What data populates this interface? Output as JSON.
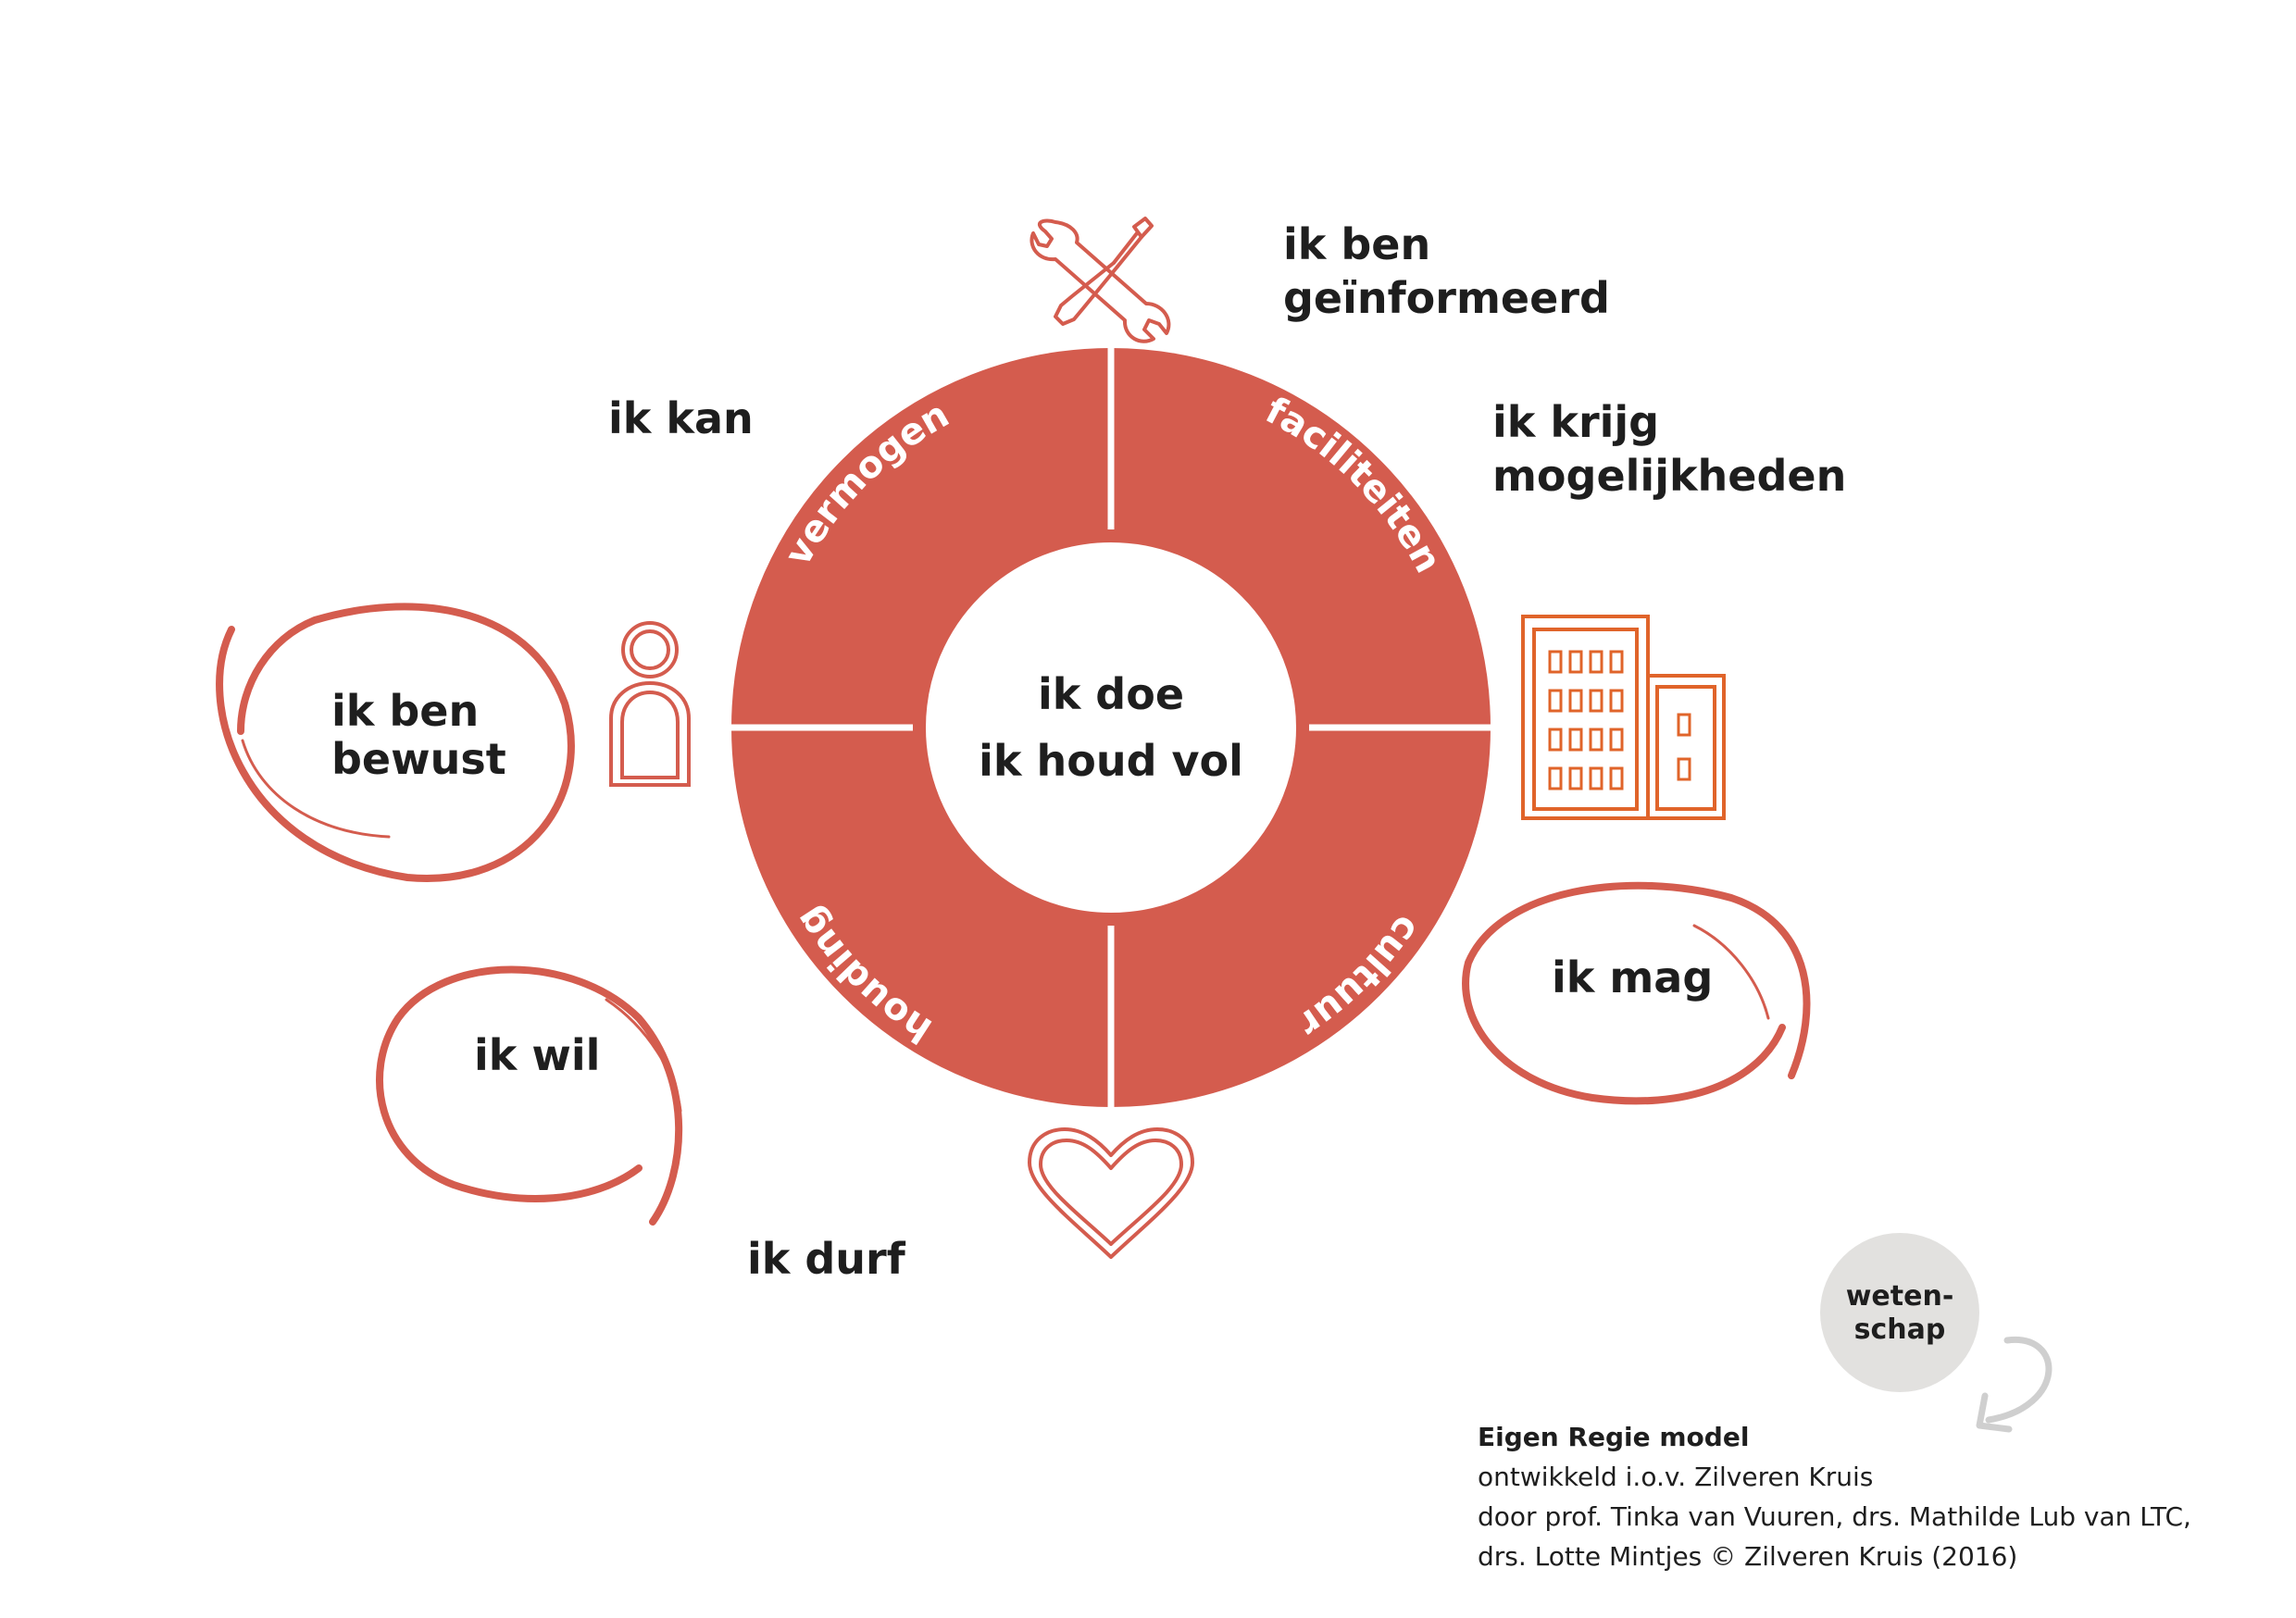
{
  "colors": {
    "accent": "#d45c4e",
    "accent_orange": "#e0642a",
    "text": "#1e1e1e",
    "badge_bg": "#e2e1df",
    "arrow": "#cfcfcf",
    "white": "#ffffff"
  },
  "center": {
    "line1": "ik doe",
    "line2": "ik houd vol"
  },
  "segments": {
    "top_left": "vermogen",
    "top_right": "faciliteiten",
    "bottom_right": "cultuur",
    "bottom_left": "houding"
  },
  "labels": {
    "informed": [
      "ik ben",
      "geïnformeerd"
    ],
    "can": "ik kan",
    "opportunities": [
      "ik krijg",
      "mogelijkheden"
    ],
    "aware": [
      "ik ben",
      "bewust"
    ],
    "may": "ik mag",
    "want": "ik wil",
    "dare": "ik durf"
  },
  "icons": {
    "top": "wrench-screwdriver-icon",
    "left": "person-icon",
    "right": "building-icon",
    "bottom": "heart-icon"
  },
  "badge": {
    "line1": "weten-",
    "line2": "schap"
  },
  "credits": {
    "title": "Eigen Regie model",
    "line1": "ontwikkeld i.o.v. Zilveren Kruis",
    "line2": "door prof. Tinka van Vuuren, drs. Mathilde Lub van LTC,",
    "line3": "drs. Lotte Mintjes © Zilveren Kruis (2016)"
  }
}
